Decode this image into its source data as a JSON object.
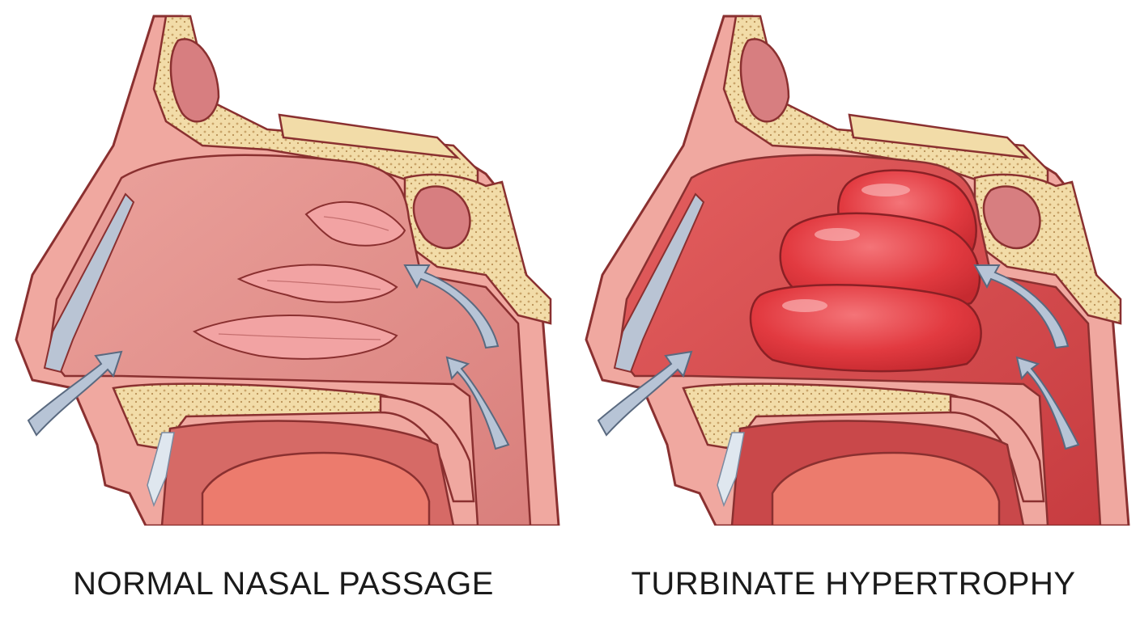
{
  "figure": {
    "panels": [
      {
        "id": "normal",
        "caption": "NORMAL NASAL PASSAGE",
        "turbinate_state": "normal"
      },
      {
        "id": "hypertrophy",
        "caption": "TURBINATE HYPERTROPHY",
        "turbinate_state": "enlarged"
      }
    ],
    "colors": {
      "cavity_normal": "#e08a88",
      "cavity_inflamed": "#d8454a",
      "tissue_pink": "#f0a8a0",
      "bone_beige": "#f2dca8",
      "bone_dots": "#c9a46a",
      "outline": "#8a3030",
      "turbinate_normal": "#f2a3a3",
      "turbinate_swollen": "#e43a3f",
      "airflow_arrow": "#b7c4d6",
      "tongue": "#ec7b6d"
    }
  }
}
